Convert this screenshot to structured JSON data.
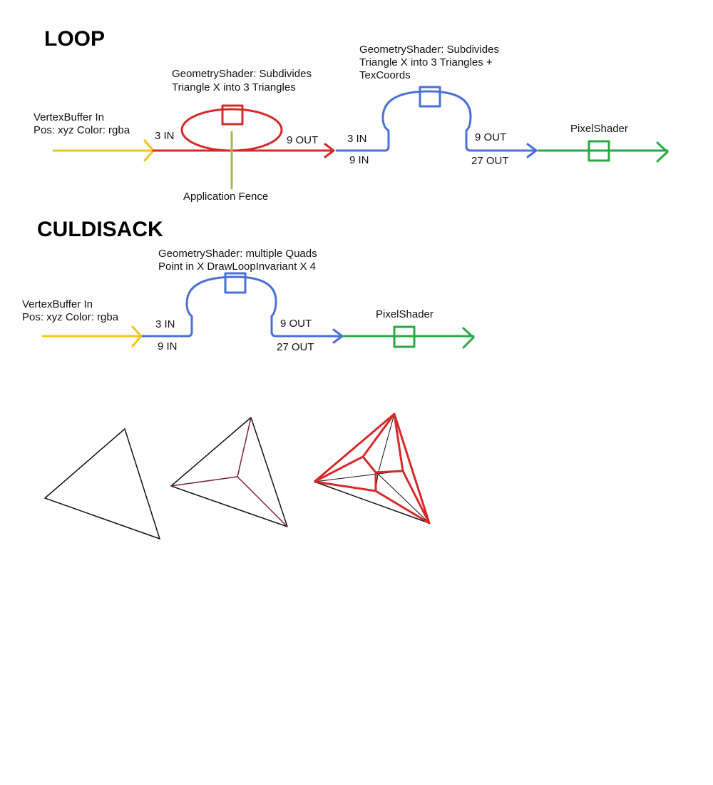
{
  "colors": {
    "vertex": "#f5c518",
    "loop_red": "#d42a2a",
    "geom_blue": "#4a70d8",
    "pixel_green": "#2aa844",
    "fence_olive": "#9cbd4e",
    "edge_black": "#111111",
    "inner_dark": "#7a1f3a"
  },
  "loop": {
    "title": "LOOP",
    "vertex_in_1": "VertexBuffer In",
    "vertex_in_2": "Pos: xyz Color: rgba",
    "gs1_1": "GeometryShader: Subdivides",
    "gs1_2": "Triangle X into 3 Triangles",
    "in_3": "3 IN",
    "out_9": "9 OUT",
    "fence": "Application Fence",
    "gs2_1": "GeometryShader: Subdivides",
    "gs2_2": "Triangle X into 3 Triangles +",
    "gs2_3": "TexCoords",
    "gs2_in_3": "3 IN",
    "gs2_in_9": "9 IN",
    "gs2_out_9": "9 OUT",
    "gs2_out_27": "27 OUT",
    "pixel": "PixelShader"
  },
  "culdisack": {
    "title": "CULDISACK",
    "vertex_in_1": "VertexBuffer In",
    "vertex_in_2": "Pos: xyz Color: rgba",
    "gs_1": "GeometryShader: multiple Quads",
    "gs_2": "Point in X DrawLoopInvariant X 4",
    "in_3": "3 IN",
    "in_9": "9 IN",
    "out_9": "9 OUT",
    "out_27": "27 OUT",
    "pixel": "PixelShader"
  }
}
